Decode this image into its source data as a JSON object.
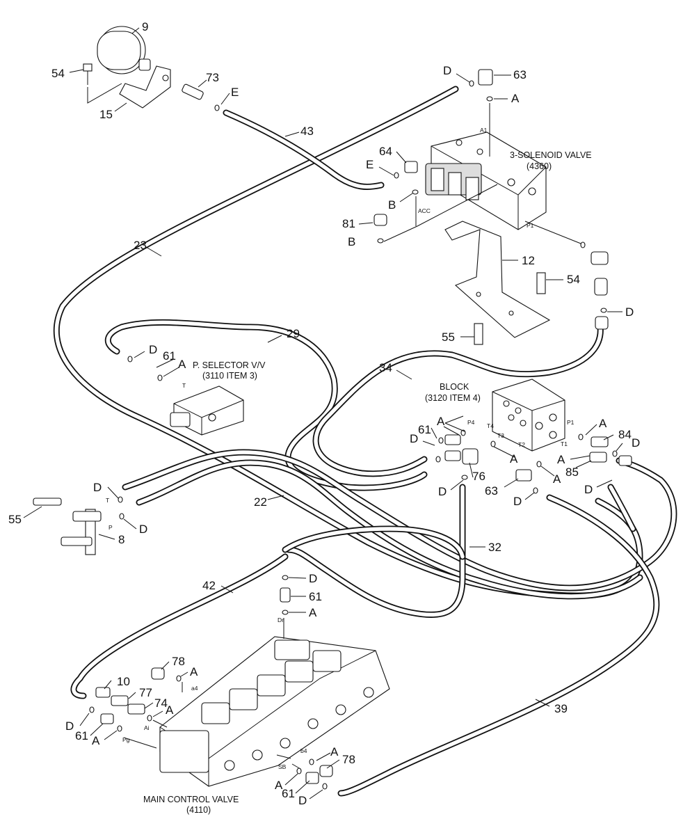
{
  "callouts": {
    "n9": "9",
    "n54a": "54",
    "n73": "73",
    "nEa": "E",
    "n15": "15",
    "n43": "43",
    "nDa": "D",
    "n63a": "63",
    "nAa": "A",
    "n64": "64",
    "nEb": "E",
    "nBa": "B",
    "n81": "81",
    "nBb": "B",
    "n12": "12",
    "n54b": "54",
    "nDb": "D",
    "n55a": "55",
    "n23": "23",
    "n29": "29",
    "nDc": "D",
    "n61a": "61",
    "nAb": "A",
    "n34": "34",
    "n61b": "61",
    "nAc": "A",
    "nDd": "D",
    "nAd": "A",
    "n84": "84",
    "nDe": "D",
    "nAe": "A",
    "n85": "85",
    "nAf": "A",
    "n76": "76",
    "nDf": "D",
    "n63b": "63",
    "nDg": "D",
    "nDh": "D",
    "nDi": "D",
    "n55b": "55",
    "nDj": "D",
    "n8": "8",
    "n22": "22",
    "n32": "32",
    "n42": "42",
    "nDk": "D",
    "n61c": "61",
    "nAg": "A",
    "n78a": "78",
    "nAh": "A",
    "n10": "10",
    "n77": "77",
    "n74": "74",
    "nAi": "A",
    "nDl": "D",
    "n61d": "61",
    "nAj": "A",
    "n39": "39",
    "nAk": "A",
    "n78b": "78",
    "nAl": "A",
    "n61e": "61",
    "nDm": "D"
  },
  "labels": {
    "solenoid_name": "3-SOLENOID VALVE",
    "solenoid_ref": "(4360)",
    "selector_name": "P. SELECTOR V/V",
    "selector_ref": "(3110 ITEM 3)",
    "block_name": "BLOCK",
    "block_ref": "(3120 ITEM 4)",
    "mcv_name": "MAIN CONTROL VALVE",
    "mcv_ref": "(4110)"
  },
  "ports": {
    "a1": "A1",
    "acc": "ACC",
    "p1_sol": "P1",
    "t_sel": "T",
    "p4": "P4",
    "t4": "T4",
    "t3": "T3",
    "p1_blk": "P1",
    "t1": "T1",
    "t2": "T2",
    "t_small": "T",
    "p_small": "P",
    "dr": "Dr",
    "a4": "a4",
    "a_l": "Ai",
    "pg": "Pg",
    "b4": "b4",
    "sb": "SB"
  }
}
